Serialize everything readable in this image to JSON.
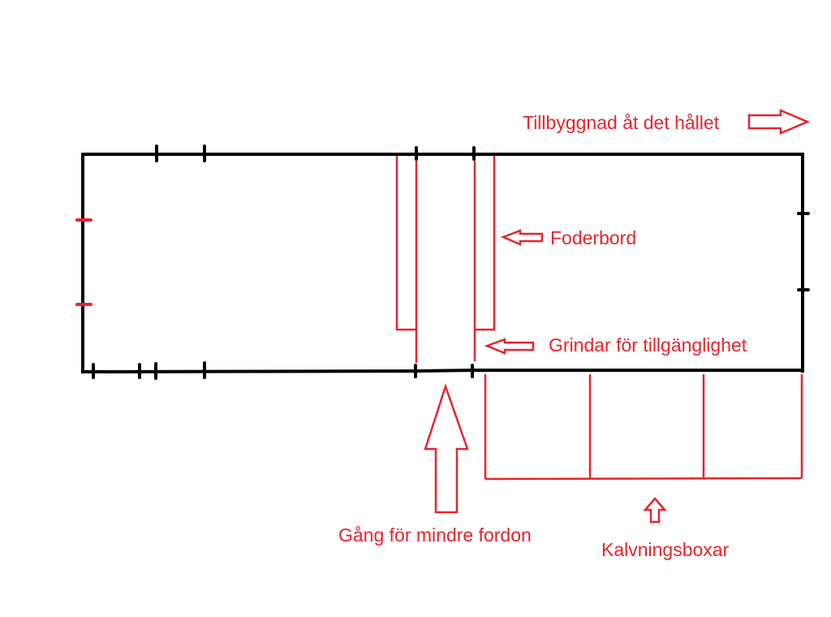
{
  "labels": {
    "extension": "Tillbyggnad åt det hållet",
    "feed_table": "Foderbord",
    "gates": "Grindar för tillgänglighet",
    "vehicle_aisle": "Gång för mindre fordon",
    "calving_pens": "Kalvningsboxar"
  },
  "colors": {
    "background": "#ffffff",
    "structure": "#000000",
    "annotation": "#e8242c"
  },
  "icons": {
    "extension_arrow": "arrow-right-icon",
    "feed_table_arrow": "arrow-left-icon",
    "gates_arrow": "arrow-left-icon",
    "aisle_arrow": "arrow-up-icon",
    "pens_arrow": "arrow-up-icon"
  }
}
